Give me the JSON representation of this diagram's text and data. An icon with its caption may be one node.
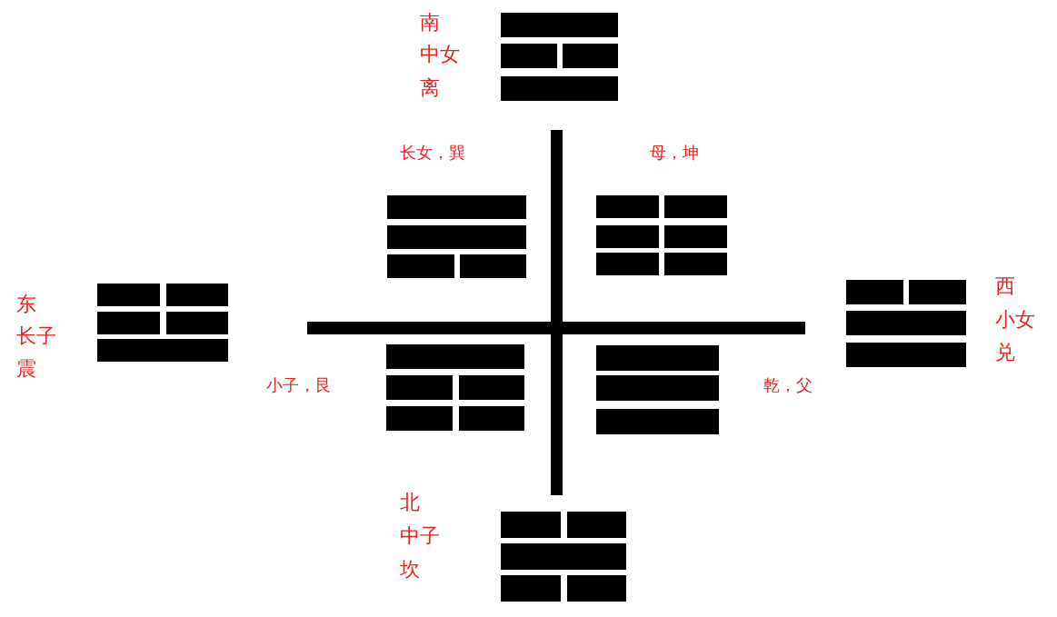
{
  "diagram": {
    "nodes": [
      {
        "text": [],
        "shape": "picture",
        "beside": [
          "南",
          "中女",
          "离"
        ]
      },
      {
        "text": [],
        "shape": "picture",
        "beside": [
          "长女，巽"
        ]
      },
      {
        "text": [],
        "shape": "picture",
        "beside": [
          "母，坤"
        ]
      },
      {
        "text": [],
        "shape": "picture",
        "beside": [
          "东",
          "长子",
          "震"
        ]
      },
      {
        "text": [],
        "shape": "picture",
        "beside": [
          "西",
          "小女",
          "兑"
        ]
      },
      {
        "text": [],
        "shape": "picture",
        "beside": [
          "小子，艮"
        ]
      },
      {
        "text": [],
        "shape": "picture",
        "beside": [
          "乾，父"
        ]
      },
      {
        "text": [],
        "shape": "picture",
        "beside": [
          "北",
          "中子",
          "坎"
        ]
      }
    ]
  }
}
